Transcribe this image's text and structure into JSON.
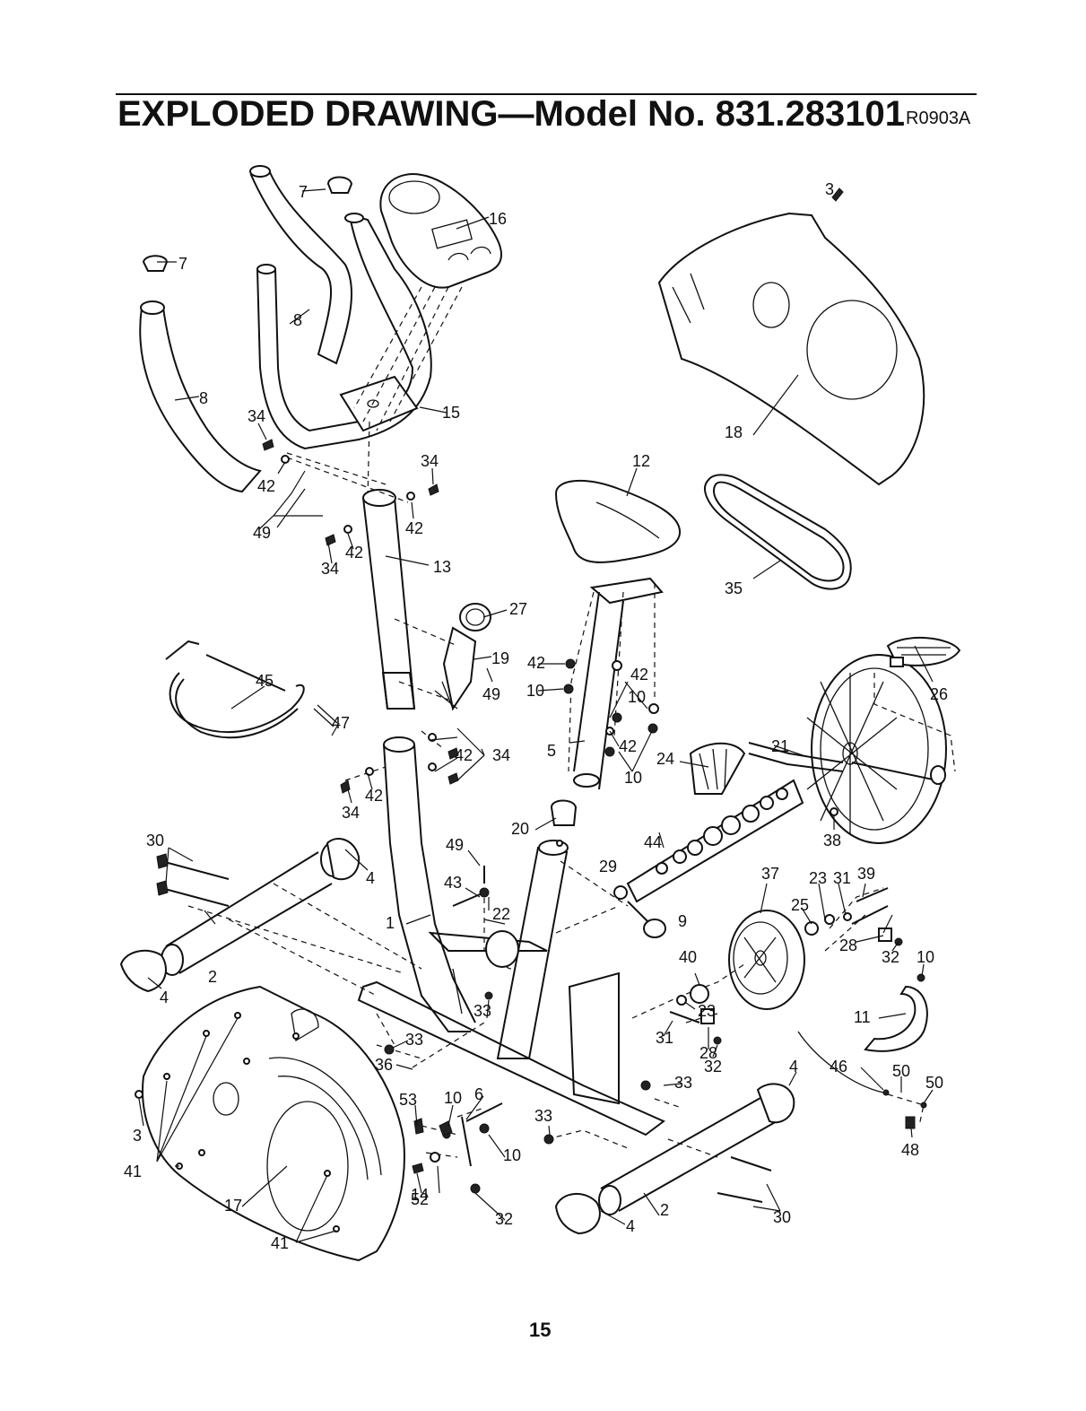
{
  "header": {
    "title": "EXPLODED DRAWING—Model No. 831.283101",
    "code": "R0903A"
  },
  "page_number": "15",
  "parts": [
    {
      "id": "1",
      "label": "1"
    },
    {
      "id": "2a",
      "label": "2"
    },
    {
      "id": "2b",
      "label": "2"
    },
    {
      "id": "3a",
      "label": "3"
    },
    {
      "id": "3b",
      "label": "3"
    },
    {
      "id": "4a",
      "label": "4"
    },
    {
      "id": "4b",
      "label": "4"
    },
    {
      "id": "4c",
      "label": "4"
    },
    {
      "id": "4d",
      "label": "4"
    },
    {
      "id": "5",
      "label": "5"
    },
    {
      "id": "6",
      "label": "6"
    },
    {
      "id": "7a",
      "label": "7"
    },
    {
      "id": "7b",
      "label": "7"
    },
    {
      "id": "8a",
      "label": "8"
    },
    {
      "id": "8b",
      "label": "8"
    },
    {
      "id": "9",
      "label": "9"
    },
    {
      "id": "10a",
      "label": "10"
    },
    {
      "id": "10b",
      "label": "10"
    },
    {
      "id": "10c",
      "label": "10"
    },
    {
      "id": "10d",
      "label": "10"
    },
    {
      "id": "10e",
      "label": "10"
    },
    {
      "id": "10f",
      "label": "10"
    },
    {
      "id": "11",
      "label": "11"
    },
    {
      "id": "12",
      "label": "12"
    },
    {
      "id": "13",
      "label": "13"
    },
    {
      "id": "14",
      "label": "14"
    },
    {
      "id": "15",
      "label": "15"
    },
    {
      "id": "16",
      "label": "16"
    },
    {
      "id": "17",
      "label": "17"
    },
    {
      "id": "18",
      "label": "18"
    },
    {
      "id": "19",
      "label": "19"
    },
    {
      "id": "20",
      "label": "20"
    },
    {
      "id": "21",
      "label": "21"
    },
    {
      "id": "22",
      "label": "22"
    },
    {
      "id": "23a",
      "label": "23"
    },
    {
      "id": "23b",
      "label": "23"
    },
    {
      "id": "24",
      "label": "24"
    },
    {
      "id": "25",
      "label": "25"
    },
    {
      "id": "26",
      "label": "26"
    },
    {
      "id": "27",
      "label": "27"
    },
    {
      "id": "28a",
      "label": "28"
    },
    {
      "id": "28b",
      "label": "28"
    },
    {
      "id": "29",
      "label": "29"
    },
    {
      "id": "30a",
      "label": "30"
    },
    {
      "id": "30b",
      "label": "30"
    },
    {
      "id": "31a",
      "label": "31"
    },
    {
      "id": "31b",
      "label": "31"
    },
    {
      "id": "32a",
      "label": "32"
    },
    {
      "id": "32b",
      "label": "32"
    },
    {
      "id": "32c",
      "label": "32"
    },
    {
      "id": "33a",
      "label": "33"
    },
    {
      "id": "33b",
      "label": "33"
    },
    {
      "id": "33c",
      "label": "33"
    },
    {
      "id": "33d",
      "label": "33"
    },
    {
      "id": "34a",
      "label": "34"
    },
    {
      "id": "34b",
      "label": "34"
    },
    {
      "id": "34c",
      "label": "34"
    },
    {
      "id": "34d",
      "label": "34"
    },
    {
      "id": "34e",
      "label": "34"
    },
    {
      "id": "35",
      "label": "35"
    },
    {
      "id": "36",
      "label": "36"
    },
    {
      "id": "37",
      "label": "37"
    },
    {
      "id": "38",
      "label": "38"
    },
    {
      "id": "39",
      "label": "39"
    },
    {
      "id": "40",
      "label": "40"
    },
    {
      "id": "41a",
      "label": "41"
    },
    {
      "id": "41b",
      "label": "41"
    },
    {
      "id": "42a",
      "label": "42"
    },
    {
      "id": "42b",
      "label": "42"
    },
    {
      "id": "42c",
      "label": "42"
    },
    {
      "id": "42d",
      "label": "42"
    },
    {
      "id": "42e",
      "label": "42"
    },
    {
      "id": "42f",
      "label": "42"
    },
    {
      "id": "42g",
      "label": "42"
    },
    {
      "id": "42h",
      "label": "42"
    },
    {
      "id": "43",
      "label": "43"
    },
    {
      "id": "44",
      "label": "44"
    },
    {
      "id": "45",
      "label": "45"
    },
    {
      "id": "46",
      "label": "46"
    },
    {
      "id": "47",
      "label": "47"
    },
    {
      "id": "48",
      "label": "48"
    },
    {
      "id": "49a",
      "label": "49"
    },
    {
      "id": "49b",
      "label": "49"
    },
    {
      "id": "49c",
      "label": "49"
    },
    {
      "id": "50a",
      "label": "50"
    },
    {
      "id": "50b",
      "label": "50"
    },
    {
      "id": "52",
      "label": "52"
    },
    {
      "id": "53",
      "label": "53"
    }
  ]
}
